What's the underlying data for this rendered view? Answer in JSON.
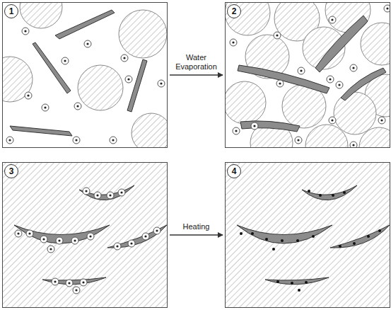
{
  "diagram": {
    "nodes": [
      {
        "text": [
          "1"
        ]
      },
      {
        "text": [
          "2"
        ]
      },
      {
        "text": [
          "3"
        ]
      },
      {
        "text": [
          "4"
        ]
      }
    ],
    "edges": [
      {
        "from": 0,
        "to": 1,
        "arrow": "to",
        "label": "Water Evaporation"
      },
      {
        "from": 2,
        "to": 3,
        "arrow": "to",
        "label": "Heating"
      }
    ]
  }
}
